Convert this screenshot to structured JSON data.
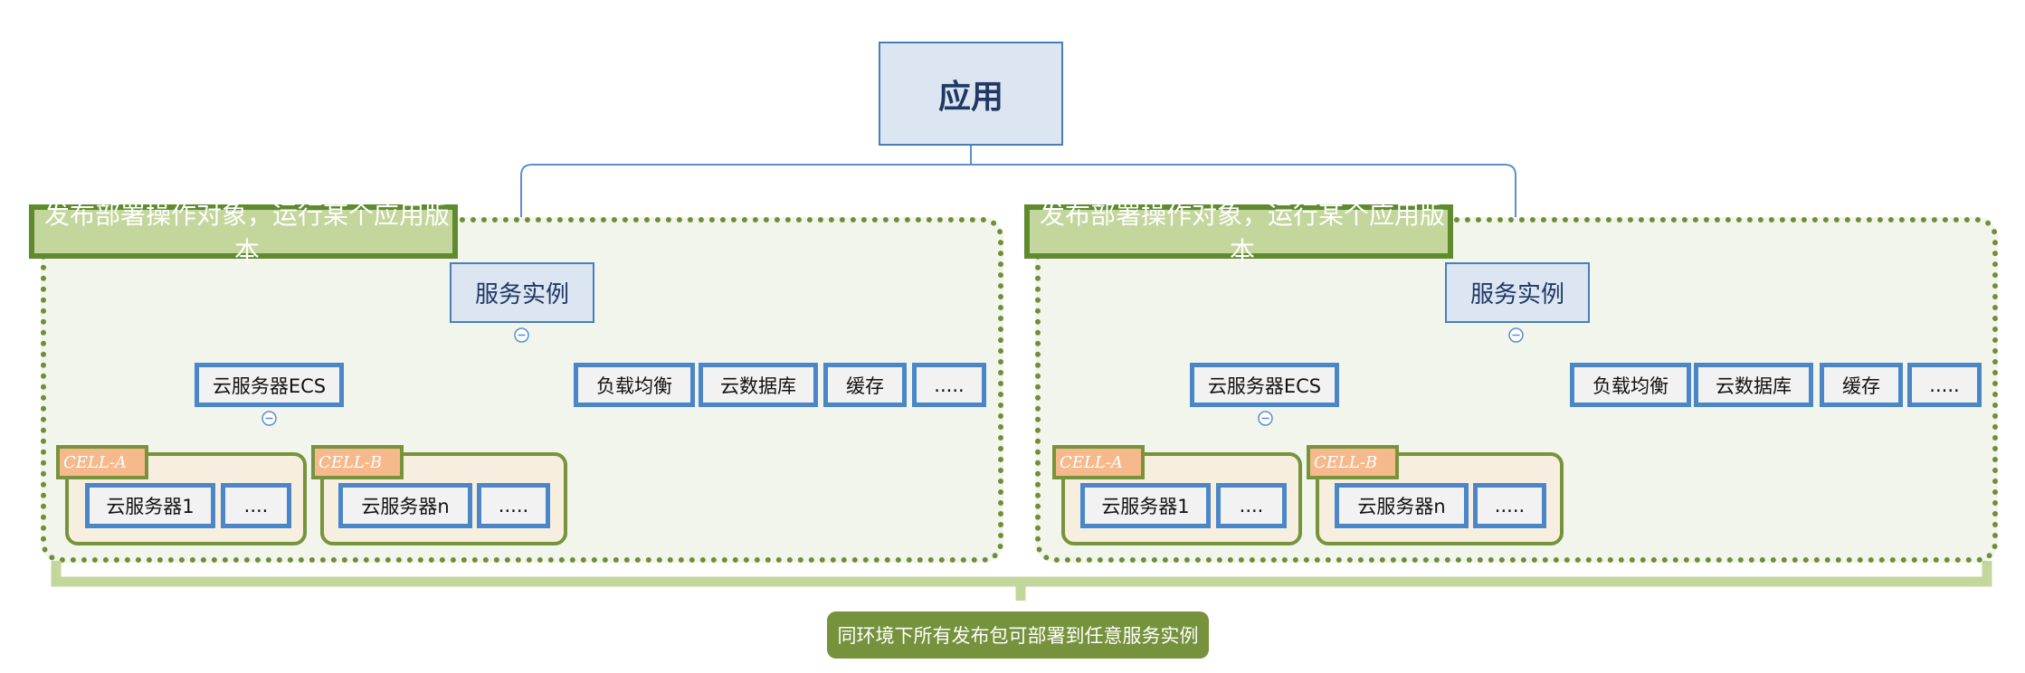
{
  "root": {
    "label": "应用"
  },
  "groups": [
    {
      "title": "发布部署操作对象，运行某个应用版本",
      "service": "服务实例",
      "ecs": "云服务器ECS",
      "resources": [
        "负载均衡",
        "云数据库",
        "缓存",
        "....."
      ],
      "cells": [
        {
          "tag": "CELL-A",
          "items": [
            "云服务器1",
            "...."
          ]
        },
        {
          "tag": "CELL-B",
          "items": [
            "云服务器n",
            "....."
          ]
        }
      ]
    },
    {
      "title": "发布部署操作对象，运行某个应用版本",
      "service": "服务实例",
      "ecs": "云服务器ECS",
      "resources": [
        "负载均衡",
        "云数据库",
        "缓存",
        "....."
      ],
      "cells": [
        {
          "tag": "CELL-A",
          "items": [
            "云服务器1",
            "...."
          ]
        },
        {
          "tag": "CELL-B",
          "items": [
            "云服务器n",
            "....."
          ]
        }
      ]
    }
  ],
  "footer": {
    "note": "同环境下所有发布包可部署到任意服务实例"
  },
  "colors": {
    "connector": "#5b8fd0",
    "bracket": "#c3d69b",
    "area_border": "#6f8f36",
    "note_bg": "#76923c"
  }
}
